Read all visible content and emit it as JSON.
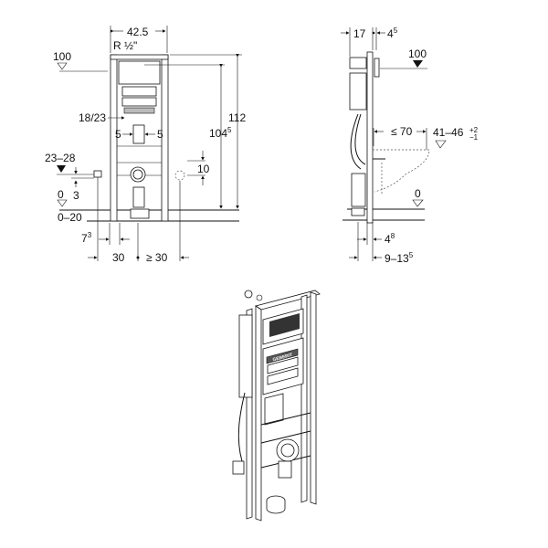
{
  "front_view": {
    "width_label": "42.5",
    "thread_label": "R ½\"",
    "level_top": "100",
    "height_total": "112",
    "height_inlet_base": "104",
    "height_inlet_sup": "5",
    "spacing_label": "18/23",
    "offset_left": "5",
    "offset_right": "5",
    "drain_height": "23–28",
    "drain_offset": "3",
    "floor_level": "0",
    "floor_range": "0–20",
    "power_height": "10",
    "leg_offset_base": "7",
    "leg_offset_sup": "3",
    "side_clearance": "30",
    "power_clearance": "≥ 30"
  },
  "side_view": {
    "depth_label": "17",
    "frame_depth_base": "4",
    "frame_depth_sup": "5",
    "level_top": "100",
    "bowl_length": "≤ 70",
    "seat_height": "41–46",
    "seat_tol_plus": "+2",
    "seat_tol_minus": "−1",
    "floor_level": "0",
    "leg_depth_base": "4",
    "leg_depth_sup": "8",
    "wall_range_base": "9–13",
    "wall_range_sup": "5"
  },
  "iso_view": {
    "brand_plate": "GEBERIT"
  }
}
